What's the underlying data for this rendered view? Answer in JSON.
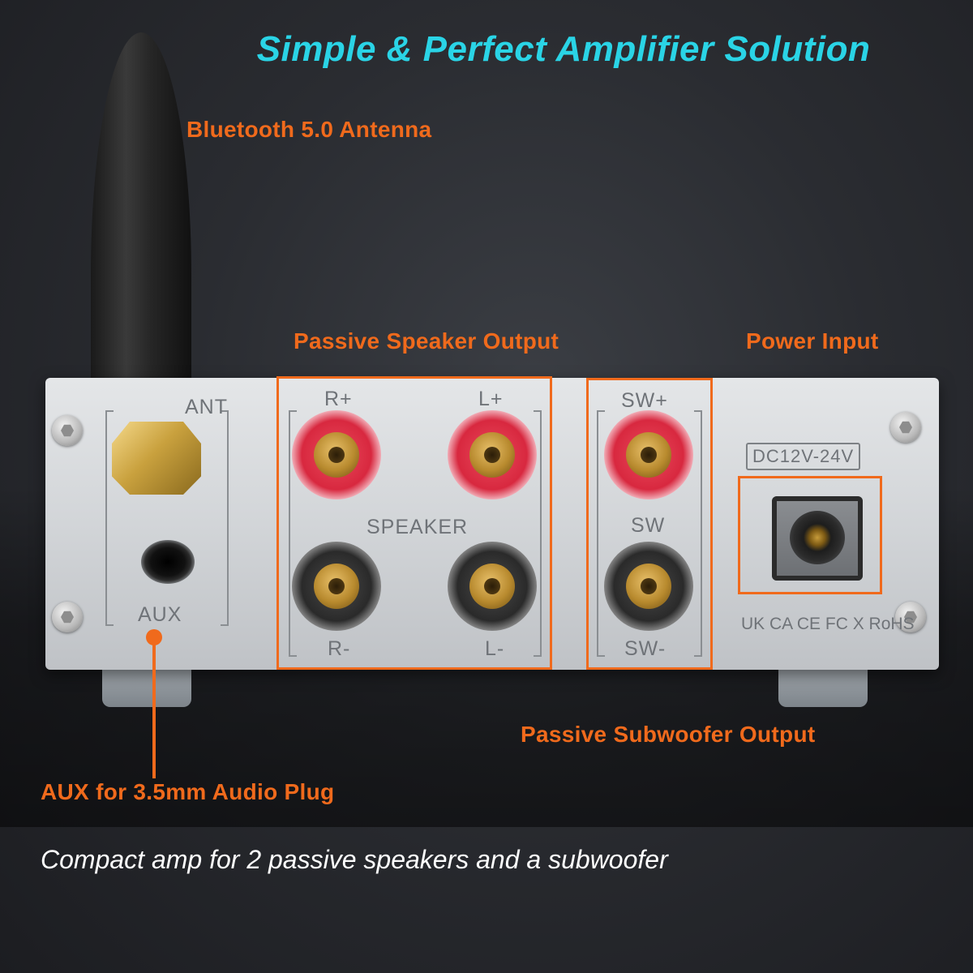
{
  "headline": "Simple & Perfect Amplifier Solution",
  "tagline": "Compact amp for 2 passive speakers and a subwoofer",
  "callouts": {
    "antenna": "Bluetooth 5.0 Antenna",
    "speaker_output": "Passive Speaker Output",
    "power_input": "Power Input",
    "subwoofer_output": "Passive Subwoofer Output",
    "aux": "AUX for 3.5mm Audio Plug"
  },
  "panel_labels": {
    "ant": "ANT",
    "aux": "AUX",
    "r_plus": "R+",
    "l_plus": "L+",
    "speaker": "SPEAKER",
    "r_minus": "R-",
    "l_minus": "L-",
    "sw_plus": "SW+",
    "sw": "SW",
    "sw_minus": "SW-",
    "voltage": "DC12V-24V",
    "certifications": "UK CA CE FC X RoHS"
  },
  "colors": {
    "headline": "#2ad4e6",
    "callout": "#f06a1c",
    "tagline": "#ffffff"
  }
}
